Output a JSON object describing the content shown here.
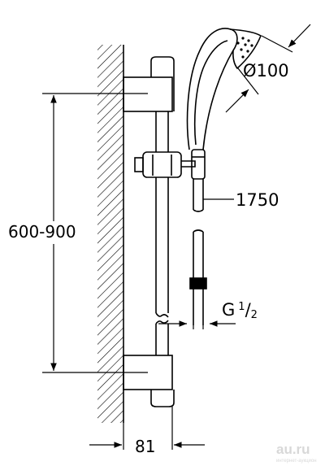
{
  "diagram": {
    "labels": {
      "head_diameter": "Ø100",
      "hose_length": "1750",
      "rail_height": "600-900",
      "wall_offset": "81",
      "thread_prefix": "G",
      "thread_num": "1",
      "thread_den": "2"
    },
    "watermark": "au.ru",
    "watermark_sub": "интернет-аукцион"
  }
}
